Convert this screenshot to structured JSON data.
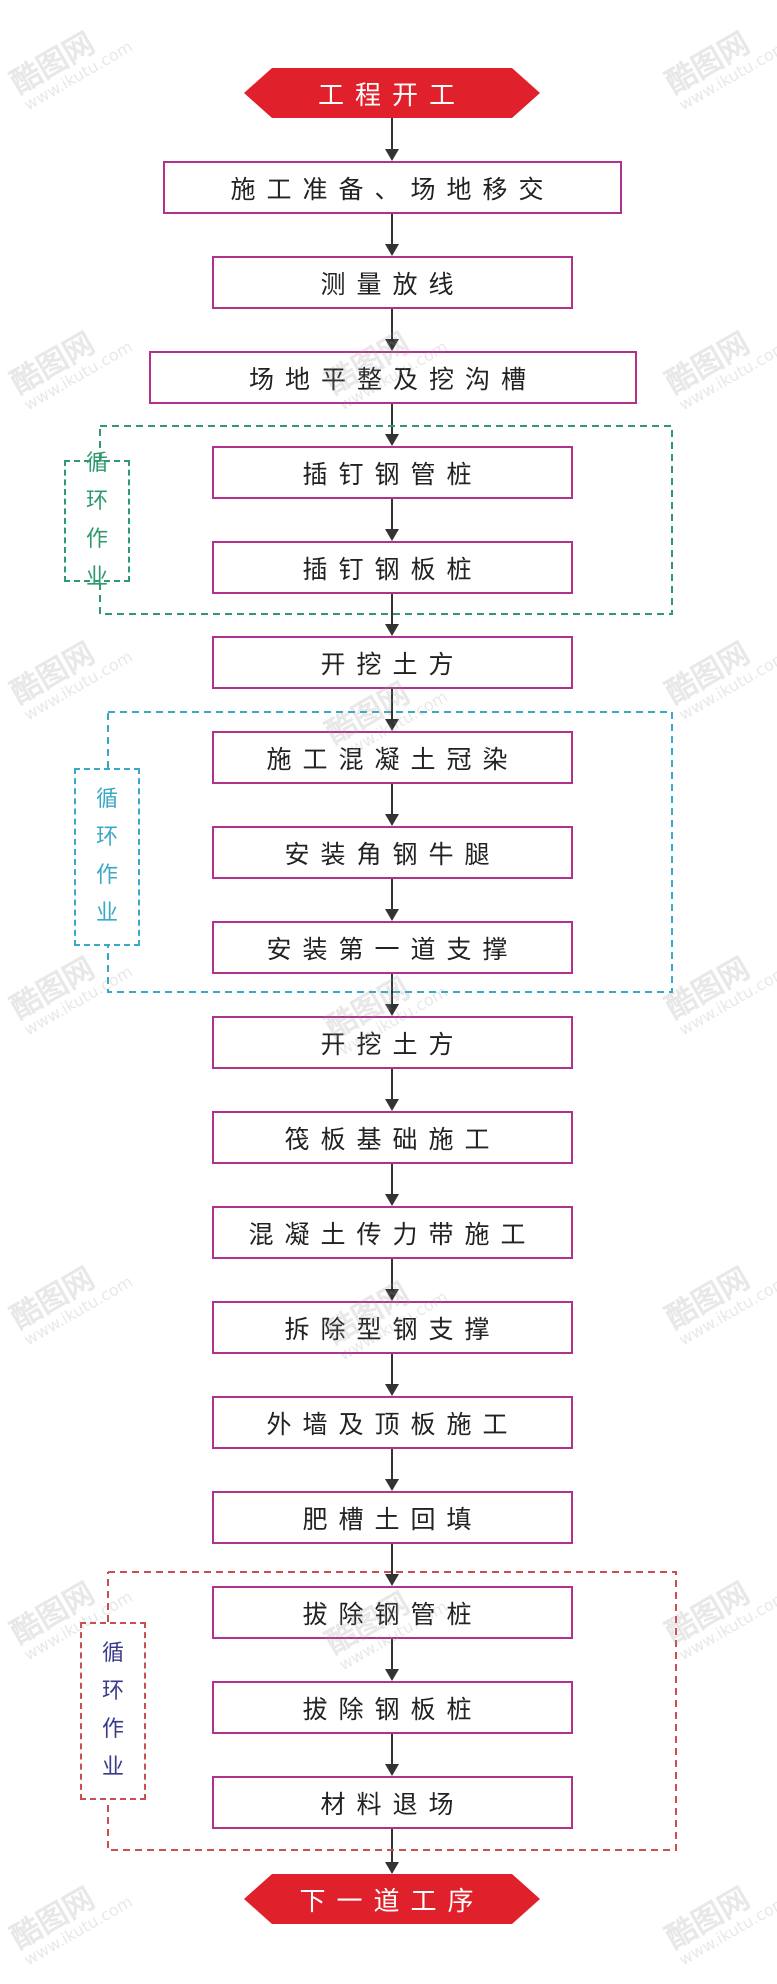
{
  "start": "工程开工",
  "end": "下一道工序",
  "steps": [
    "施工准备、场地移交",
    "测量放线",
    "场地平整及挖沟槽",
    "插钉钢管桩",
    "插钉钢板桩",
    "开挖土方",
    "施工混凝土冠染",
    "安装角钢牛腿",
    "安装第一道支撑",
    "开挖土方",
    "筏板基础施工",
    "混凝土传力带施工",
    "拆除型钢支撑",
    "外墙及顶板施工",
    "肥槽土回填",
    "拔除钢管桩",
    "拔除钢板桩",
    "材料退场"
  ],
  "loops": [
    {
      "label": [
        "循",
        "环",
        "作",
        "业"
      ],
      "color": "#2e9a6e"
    },
    {
      "label": [
        "循",
        "环",
        "作",
        "业"
      ],
      "color": "#3ba8c8"
    },
    {
      "label": [
        "循",
        "环",
        "作",
        "业"
      ],
      "color": "#c8504e"
    }
  ],
  "loop_text_colors": [
    "#2e9a6e",
    "#3ba8c8",
    "#3a3a8c"
  ],
  "colors": {
    "terminal": "#e0202a",
    "box_border": "#b0328c",
    "arrow": "#333333"
  },
  "watermark": {
    "brand": "酷图网",
    "url": "www.ikutu.com"
  }
}
